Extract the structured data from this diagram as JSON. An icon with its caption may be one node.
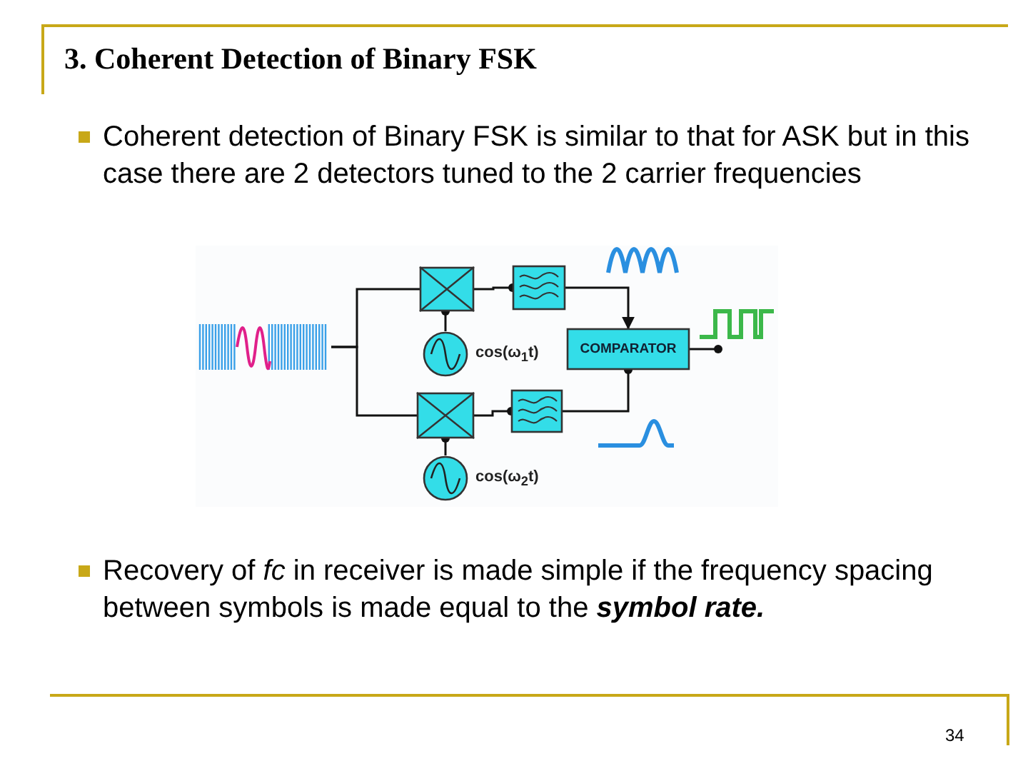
{
  "diagram": {
    "title": "3. Coherent Detection of Binary FSK",
    "nodes": [
      {
        "text": [],
        "shape": "picture"
      },
      {
        "text": [],
        "shape": "box"
      },
      {
        "text": [],
        "shape": "box"
      },
      {
        "text": [],
        "shape": "circle",
        "beside": [
          "cos(ω$_{1}$t)"
        ]
      },
      {
        "text": [],
        "shape": "box"
      },
      {
        "text": [],
        "shape": "box"
      },
      {
        "text": [],
        "shape": "circle",
        "beside": [
          "cos(ω$_{2}$t)"
        ]
      },
      {
        "text": [
          "COMPARATOR"
        ]
      }
    ],
    "edges": [
      {
        "from": 0,
        "to": 1,
        "arrow": "none"
      },
      {
        "from": 0,
        "to": 4,
        "arrow": "none"
      },
      {
        "from": 1,
        "to": 2,
        "arrow": "other"
      },
      {
        "from": 3,
        "to": 1,
        "arrow": "other"
      },
      {
        "from": 2,
        "to": 7,
        "arrow": "to"
      },
      {
        "from": 4,
        "to": 5,
        "arrow": "other"
      },
      {
        "from": 6,
        "to": 4,
        "arrow": "other"
      },
      {
        "from": 5,
        "to": 7,
        "arrow": "other"
      },
      {
        "from": 7,
        "to": null,
        "arrow": "other"
      }
    ],
    "labels": [
      "Coherent detection of Binary FSK is similar to that for ASK but in this case there are 2 detectors tuned to the 2 carrier frequencies",
      "Recovery of *fc* in receiver is made simple if the frequency spacing between symbols is made equal to the **symbol rate.**",
      "34"
    ]
  }
}
